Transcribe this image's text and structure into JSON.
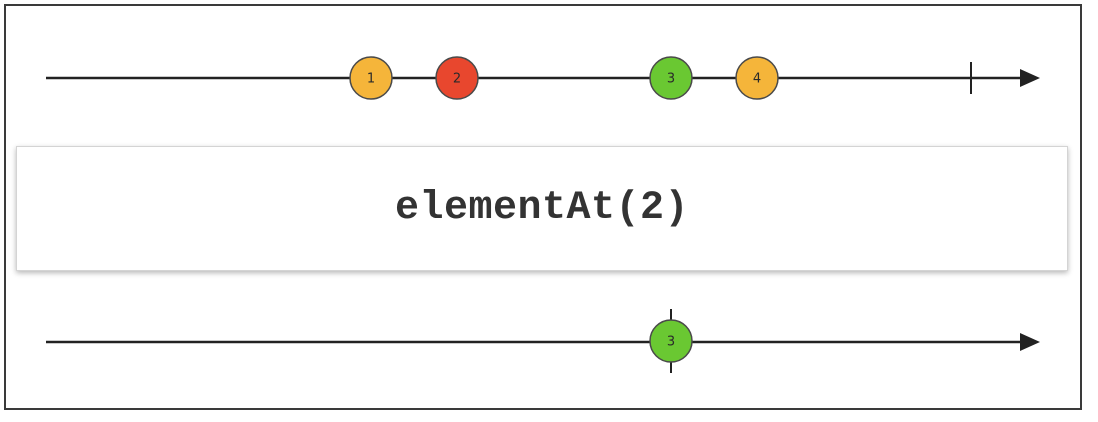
{
  "operator": {
    "label": "elementAt(2)"
  },
  "input_timeline": {
    "marbles": [
      {
        "label": "1",
        "color": "#f5b53a"
      },
      {
        "label": "2",
        "color": "#e8472e"
      },
      {
        "label": "3",
        "color": "#6ac832"
      },
      {
        "label": "4",
        "color": "#f5b53a"
      }
    ],
    "completed": true
  },
  "output_timeline": {
    "marbles": [
      {
        "label": "3",
        "color": "#6ac832"
      }
    ],
    "completed": true
  },
  "colors": {
    "line": "#222222",
    "marble_stroke": "#4a4a4a"
  }
}
